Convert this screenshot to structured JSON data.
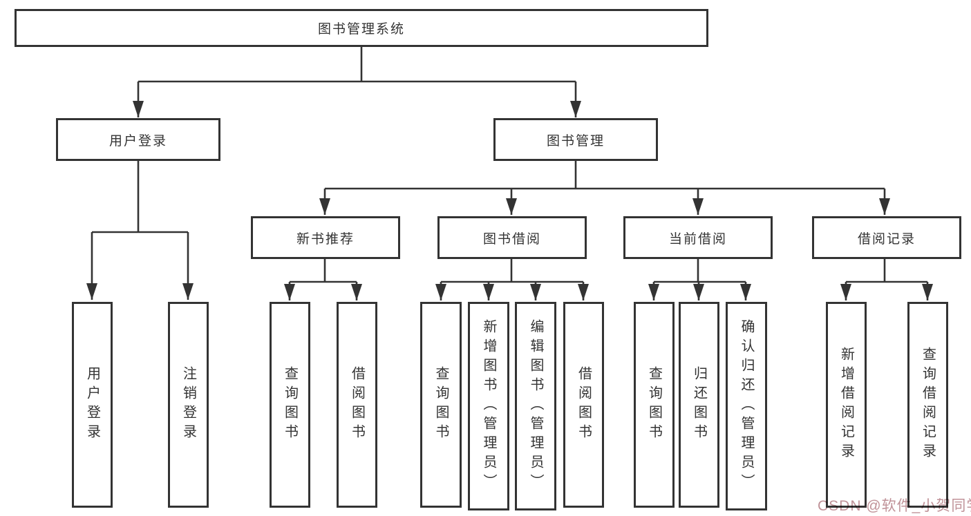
{
  "colors": {
    "line": "#333333",
    "text": "#333333",
    "node_fill": "#ffffff",
    "background": "#ffffff",
    "watermark": "#c09298"
  },
  "watermark": {
    "text": "CSDN @软件_小贺同学"
  },
  "tree": {
    "label": "图书管理系统",
    "children": [
      {
        "label": "用户登录",
        "children": [
          {
            "label": "用户登录"
          },
          {
            "label": "注销登录"
          }
        ]
      },
      {
        "label": "图书管理",
        "children": [
          {
            "label": "新书推荐",
            "children": [
              {
                "label": "查询图书"
              },
              {
                "label": "借阅图书"
              }
            ]
          },
          {
            "label": "图书借阅",
            "children": [
              {
                "label": "查询图书"
              },
              {
                "label": "新增图书（管理员）"
              },
              {
                "label": "编辑图书（管理员）"
              },
              {
                "label": "借阅图书"
              }
            ]
          },
          {
            "label": "当前借阅",
            "children": [
              {
                "label": "查询图书"
              },
              {
                "label": "归还图书"
              },
              {
                "label": "确认归还（管理员）"
              }
            ]
          },
          {
            "label": "借阅记录",
            "children": [
              {
                "label": "新增借阅记录"
              },
              {
                "label": "查询借阅记录"
              }
            ]
          }
        ]
      }
    ]
  }
}
